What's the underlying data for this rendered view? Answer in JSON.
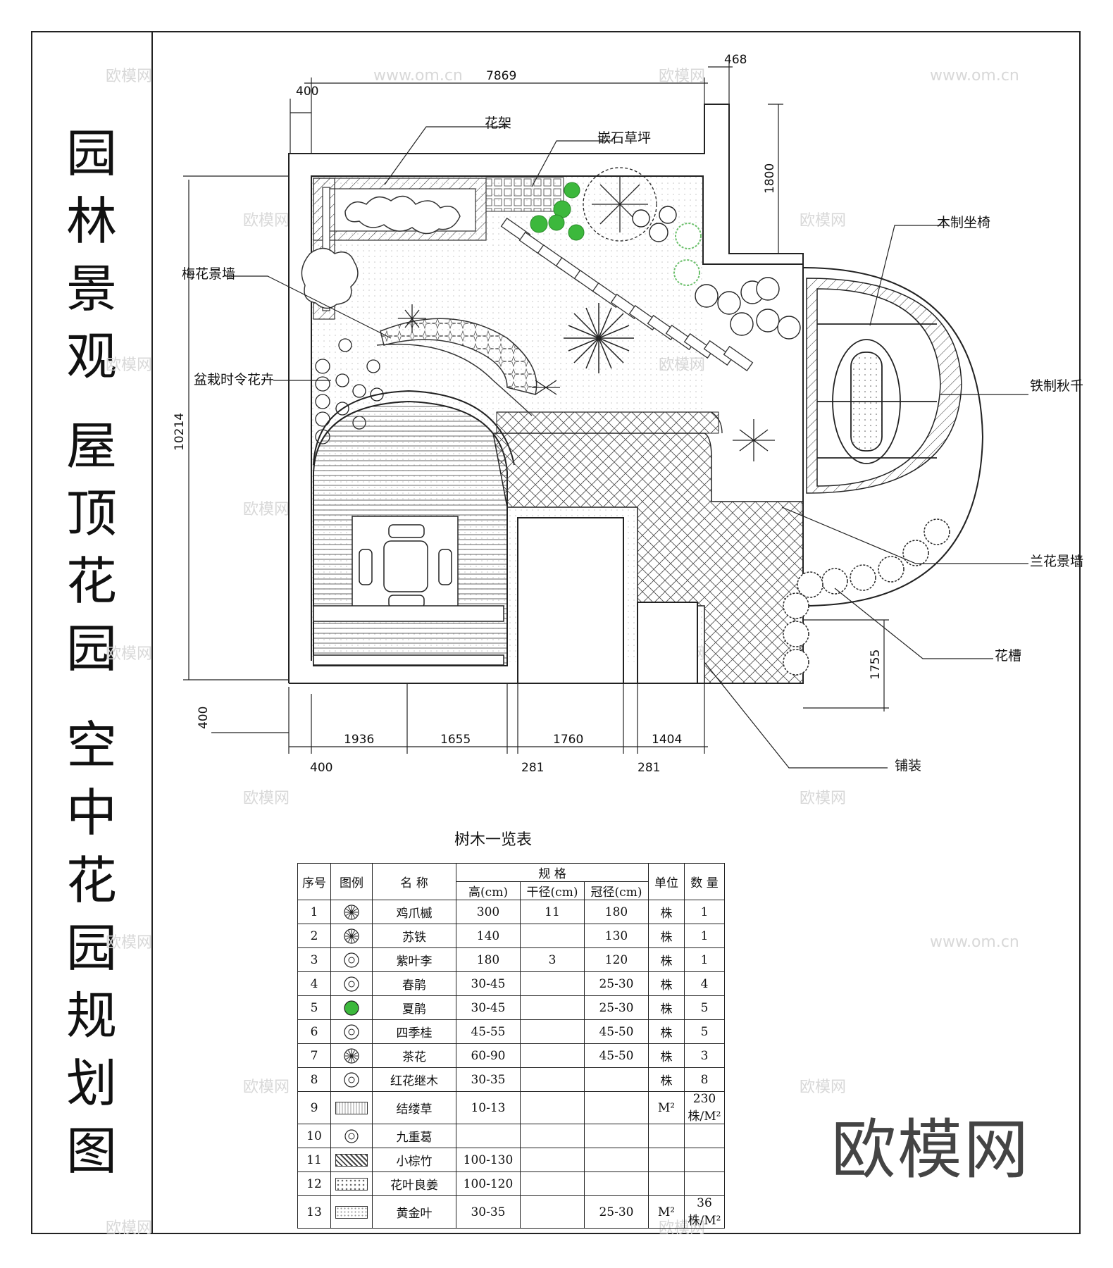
{
  "title_lines": {
    "line1": [
      "园",
      "林",
      "景",
      "观"
    ],
    "line2": [
      "屋",
      "顶",
      "花",
      "园"
    ],
    "line3": [
      "空",
      "中",
      "花",
      "园",
      "规",
      "划",
      "图"
    ]
  },
  "plan_labels": {
    "flower_rack": "花架",
    "stone_lawn": "嵌石草坪",
    "wood_bench": "木制坐椅",
    "plum_wall": "梅花景墙",
    "potted_flowers": "盆栽时令花卉",
    "iron_swing": "铁制秋千",
    "orchid_wall": "兰花景墙",
    "flower_trough": "花槽",
    "paving": "铺装"
  },
  "dimensions": {
    "top_total": "7869",
    "top_left_offset": "400",
    "top_right_offset": "468",
    "right_upper": "1800",
    "left_height": "10214",
    "right_lower": "1755",
    "bottom_left_offset": "400",
    "bottom_1": "1936",
    "bottom_2": "1655",
    "bottom_3": "1760",
    "bottom_4": "1404",
    "bottom_sub_1": "400",
    "bottom_sub_2": "281",
    "bottom_sub_3": "281"
  },
  "table": {
    "title": "树木一览表",
    "headers": {
      "no": "序号",
      "legend": "图例",
      "name": "名  称",
      "spec": "规    格",
      "height": "高(cm)",
      "trunk": "干径(cm)",
      "crown": "冠径(cm)",
      "unit": "单位",
      "qty": "数 量"
    },
    "rows": [
      {
        "no": "1",
        "name": "鸡爪槭",
        "height": "300",
        "trunk": "11",
        "crown": "180",
        "unit": "株",
        "qty": "1",
        "symbol": "maple-symbol-icon"
      },
      {
        "no": "2",
        "name": "苏铁",
        "height": "140",
        "trunk": "",
        "crown": "130",
        "unit": "株",
        "qty": "1",
        "symbol": "cycad-symbol-icon"
      },
      {
        "no": "3",
        "name": "紫叶李",
        "height": "180",
        "trunk": "3",
        "crown": "120",
        "unit": "株",
        "qty": "1",
        "symbol": "plum-symbol-icon"
      },
      {
        "no": "4",
        "name": "春鹃",
        "height": "30-45",
        "trunk": "",
        "crown": "25-30",
        "unit": "株",
        "qty": "4",
        "symbol": "azalea-symbol-icon"
      },
      {
        "no": "5",
        "name": "夏鹃",
        "height": "30-45",
        "trunk": "",
        "crown": "25-30",
        "unit": "株",
        "qty": "5",
        "symbol": "green-azalea-symbol-icon"
      },
      {
        "no": "6",
        "name": "四季桂",
        "height": "45-55",
        "trunk": "",
        "crown": "45-50",
        "unit": "株",
        "qty": "5",
        "symbol": "osmanthus-symbol-icon"
      },
      {
        "no": "7",
        "name": "茶花",
        "height": "60-90",
        "trunk": "",
        "crown": "45-50",
        "unit": "株",
        "qty": "3",
        "symbol": "camellia-symbol-icon"
      },
      {
        "no": "8",
        "name": "红花继木",
        "height": "30-35",
        "trunk": "",
        "crown": "",
        "unit": "株",
        "qty": "8",
        "symbol": "loropetalum-symbol-icon"
      },
      {
        "no": "9",
        "name": "结缕草",
        "height": "10-13",
        "trunk": "",
        "crown": "",
        "unit": "M²",
        "qty": "230株/M²",
        "symbol": "grass-swatch-icon"
      },
      {
        "no": "10",
        "name": "九重葛",
        "height": "",
        "trunk": "",
        "crown": "",
        "unit": "",
        "qty": "",
        "symbol": "bougainvillea-symbol-icon"
      },
      {
        "no": "11",
        "name": "小棕竹",
        "height": "100-130",
        "trunk": "",
        "crown": "",
        "unit": "",
        "qty": "",
        "symbol": "palm-bamboo-swatch-icon"
      },
      {
        "no": "12",
        "name": "花叶良姜",
        "height": "100-120",
        "trunk": "",
        "crown": "",
        "unit": "",
        "qty": "",
        "symbol": "ginger-swatch-icon"
      },
      {
        "no": "13",
        "name": "黄金叶",
        "height": "30-35",
        "trunk": "",
        "crown": "25-30",
        "unit": "M²",
        "qty": "36株/M²",
        "symbol": "golden-leaf-swatch-icon"
      }
    ]
  },
  "watermark": "欧模网",
  "watermark_url": "www.om.cn",
  "colors": {
    "line": "#222222",
    "green_shrub": "#3cb83c",
    "light_green": "#9bd79b"
  }
}
